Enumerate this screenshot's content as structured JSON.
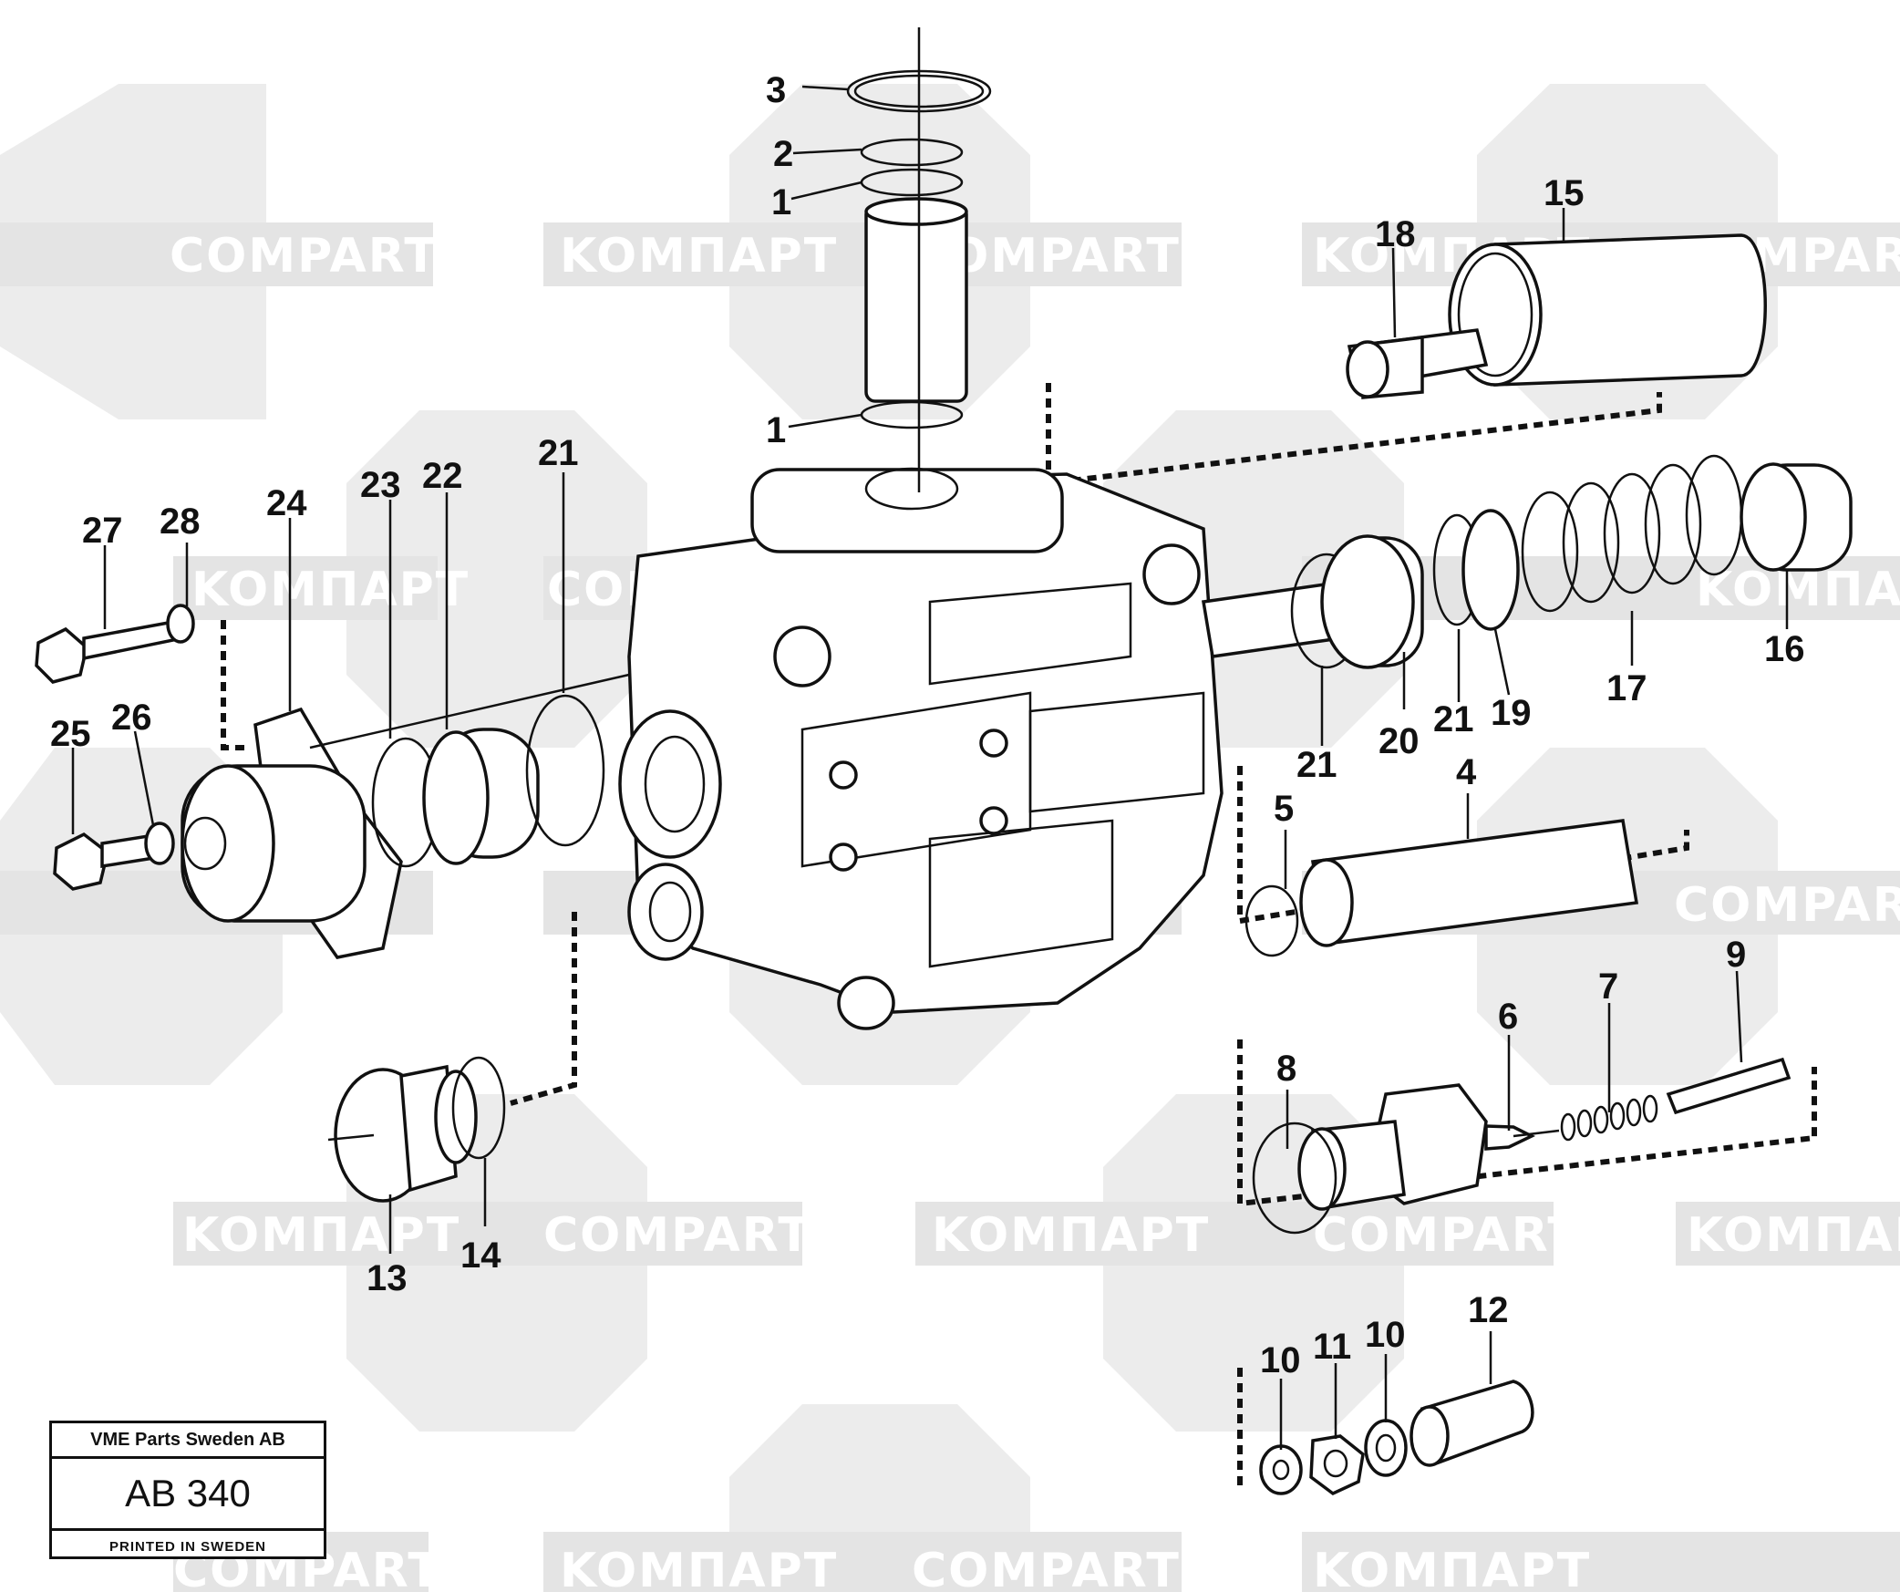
{
  "watermarks": [
    "COMPART",
    "KOMПАРТ"
  ],
  "callouts": [
    {
      "id": "c1",
      "label": "3"
    },
    {
      "id": "c2",
      "label": "2"
    },
    {
      "id": "c3",
      "label": "1"
    },
    {
      "id": "c4",
      "label": "1"
    },
    {
      "id": "c5",
      "label": "18"
    },
    {
      "id": "c6",
      "label": "15"
    },
    {
      "id": "c7",
      "label": "27"
    },
    {
      "id": "c8",
      "label": "28"
    },
    {
      "id": "c9",
      "label": "24"
    },
    {
      "id": "c10",
      "label": "23"
    },
    {
      "id": "c11",
      "label": "22"
    },
    {
      "id": "c12",
      "label": "21"
    },
    {
      "id": "c13",
      "label": "25"
    },
    {
      "id": "c14",
      "label": "26"
    },
    {
      "id": "c15",
      "label": "21"
    },
    {
      "id": "c16",
      "label": "20"
    },
    {
      "id": "c17",
      "label": "21"
    },
    {
      "id": "c18",
      "label": "19"
    },
    {
      "id": "c19",
      "label": "17"
    },
    {
      "id": "c20",
      "label": "16"
    },
    {
      "id": "c21",
      "label": "5"
    },
    {
      "id": "c22",
      "label": "4"
    },
    {
      "id": "c23",
      "label": "9"
    },
    {
      "id": "c24",
      "label": "7"
    },
    {
      "id": "c25",
      "label": "6"
    },
    {
      "id": "c26",
      "label": "8"
    },
    {
      "id": "c27",
      "label": "13"
    },
    {
      "id": "c28",
      "label": "14"
    },
    {
      "id": "c29",
      "label": "12"
    },
    {
      "id": "c30",
      "label": "10"
    },
    {
      "id": "c31",
      "label": "11"
    },
    {
      "id": "c32",
      "label": "10"
    }
  ],
  "stamp": {
    "company": "VME Parts Sweden AB",
    "code": "AB 340",
    "printed": "PRINTED IN SWEDEN"
  }
}
